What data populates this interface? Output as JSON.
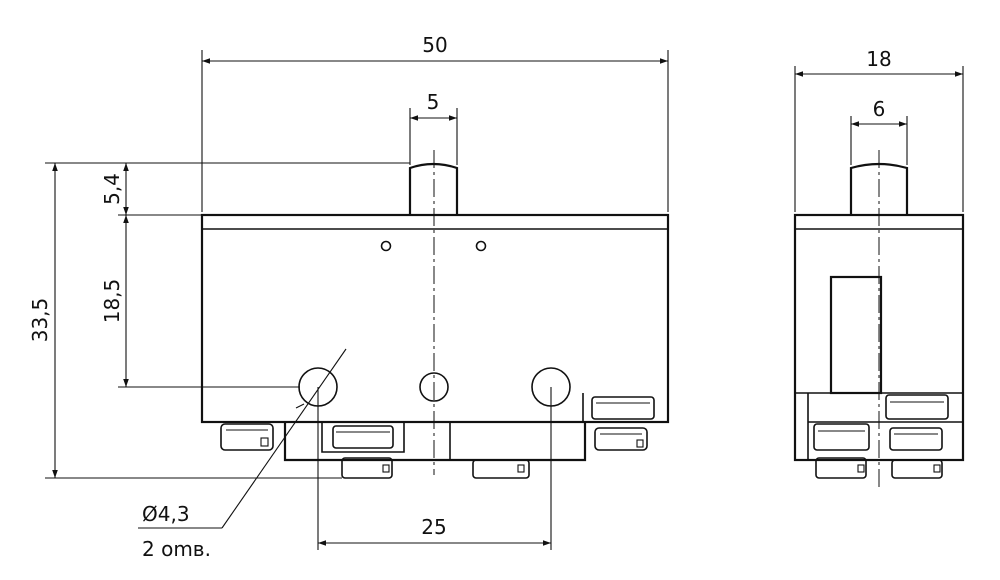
{
  "dimensions": {
    "overall_width": "50",
    "plunger_width": "5",
    "total_height": "33,5",
    "plunger_travel": "5,4",
    "body_height": "18,5",
    "hole_label": "Ø4,3",
    "hole_count": "2 omв.",
    "hole_spacing": "25",
    "side_width": "18",
    "side_plunger_width": "6"
  }
}
